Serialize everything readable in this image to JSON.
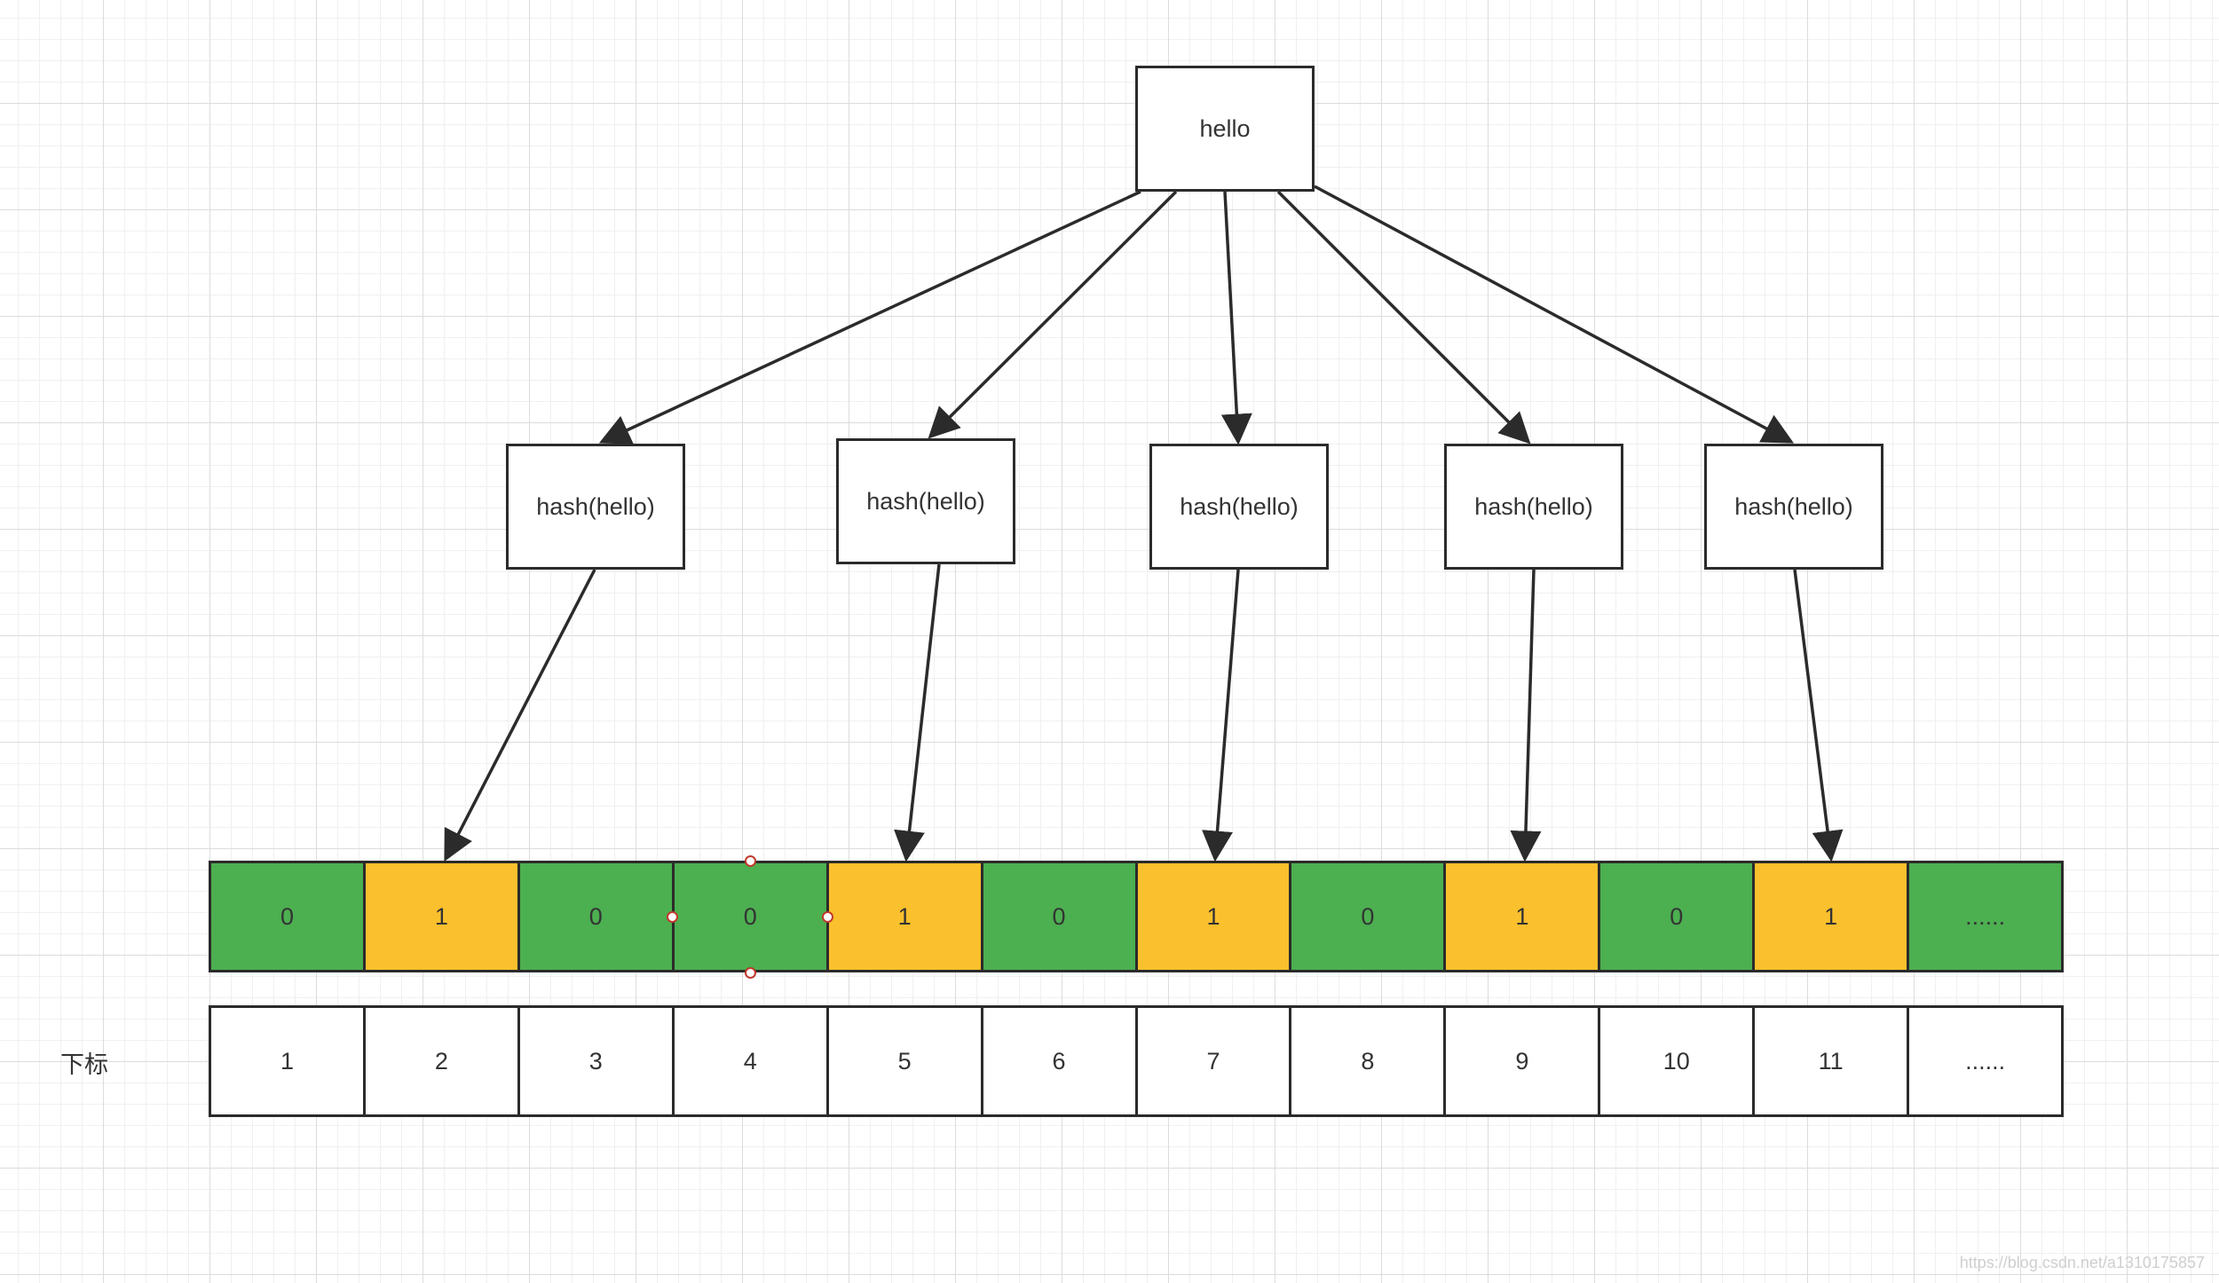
{
  "root": {
    "label": "hello"
  },
  "hash_nodes": [
    {
      "label": "hash(hello)"
    },
    {
      "label": "hash(hello)"
    },
    {
      "label": "hash(hello)"
    },
    {
      "label": "hash(hello)"
    },
    {
      "label": "hash(hello)"
    }
  ],
  "bit_array": [
    {
      "value": "0",
      "color": "#4caf50"
    },
    {
      "value": "1",
      "color": "#fbc02d"
    },
    {
      "value": "0",
      "color": "#4caf50"
    },
    {
      "value": "0",
      "color": "#4caf50"
    },
    {
      "value": "1",
      "color": "#fbc02d"
    },
    {
      "value": "0",
      "color": "#4caf50"
    },
    {
      "value": "1",
      "color": "#fbc02d"
    },
    {
      "value": "0",
      "color": "#4caf50"
    },
    {
      "value": "1",
      "color": "#fbc02d"
    },
    {
      "value": "0",
      "color": "#4caf50"
    },
    {
      "value": "1",
      "color": "#fbc02d"
    },
    {
      "value": "......",
      "color": "#4caf50"
    }
  ],
  "index_row": {
    "label": "下标",
    "values": [
      "1",
      "2",
      "3",
      "4",
      "5",
      "6",
      "7",
      "8",
      "9",
      "10",
      "11",
      "......"
    ]
  },
  "watermark": "https://blog.csdn.net/a1310175857"
}
